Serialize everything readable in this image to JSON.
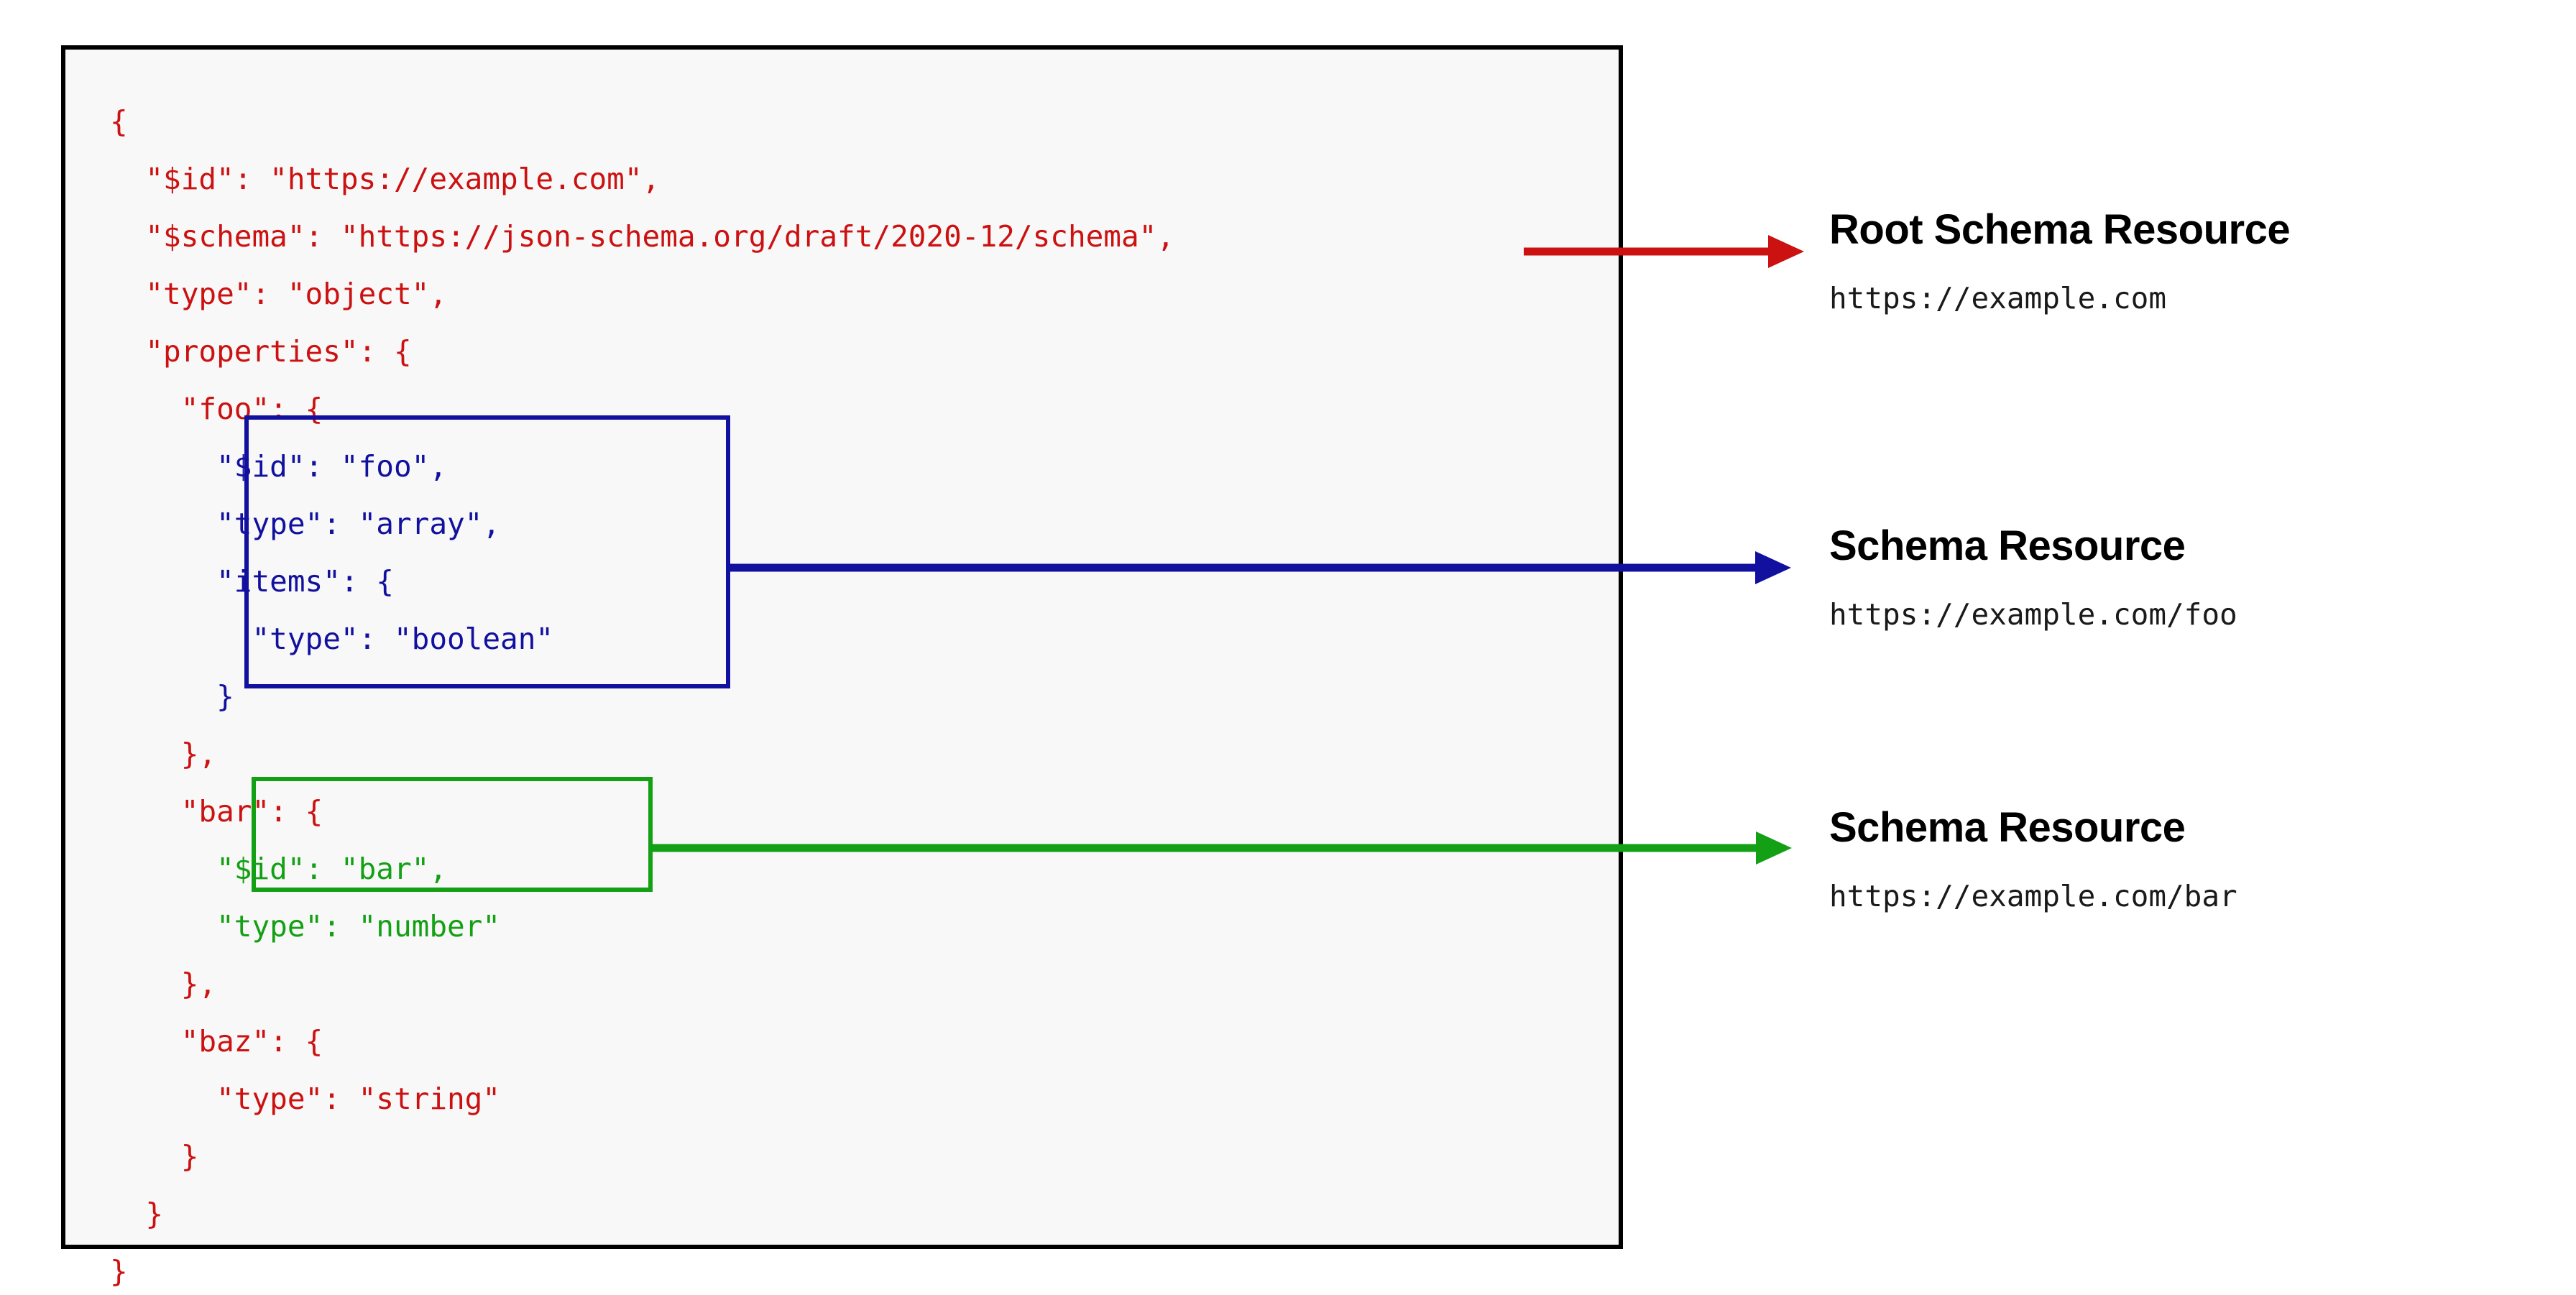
{
  "diagram": {
    "title": "JSON Schema resource identification diagram",
    "colors": {
      "root_accent": "#cc1111",
      "foo_accent": "#12119f",
      "bar_accent": "#14a014",
      "panel_background": "#f8f8f8",
      "panel_border": "#000000"
    }
  },
  "code": {
    "language": "json",
    "lines": [
      {
        "indent": 0,
        "text": "{",
        "color": "red"
      },
      {
        "indent": 1,
        "text": "\"$id\": \"https://example.com\",",
        "color": "red"
      },
      {
        "indent": 1,
        "text": "\"$schema\": \"https://json-schema.org/draft/2020-12/schema\",",
        "color": "red"
      },
      {
        "indent": 1,
        "text": "\"type\": \"object\",",
        "color": "red"
      },
      {
        "indent": 1,
        "text": "\"properties\": {",
        "color": "red"
      },
      {
        "indent": 2,
        "text": "\"foo\": {",
        "color": "red"
      },
      {
        "indent": 3,
        "text": "\"$id\": \"foo\",",
        "color": "blue"
      },
      {
        "indent": 3,
        "text": "\"type\": \"array\",",
        "color": "blue"
      },
      {
        "indent": 3,
        "text": "\"items\": {",
        "color": "blue"
      },
      {
        "indent": 4,
        "text": "\"type\": \"boolean\"",
        "color": "blue"
      },
      {
        "indent": 3,
        "text": "}",
        "color": "blue"
      },
      {
        "indent": 2,
        "text": "},",
        "color": "red"
      },
      {
        "indent": 2,
        "text": "\"bar\": {",
        "color": "red"
      },
      {
        "indent": 3,
        "text": "\"$id\": \"bar\",",
        "color": "green"
      },
      {
        "indent": 3,
        "text": "\"type\": \"number\"",
        "color": "green"
      },
      {
        "indent": 2,
        "text": "},",
        "color": "red"
      },
      {
        "indent": 2,
        "text": "\"baz\": {",
        "color": "red"
      },
      {
        "indent": 3,
        "text": "\"type\": \"string\"",
        "color": "red"
      },
      {
        "indent": 2,
        "text": "}",
        "color": "red"
      },
      {
        "indent": 1,
        "text": "}",
        "color": "red"
      },
      {
        "indent": 0,
        "text": "}",
        "color": "red"
      }
    ]
  },
  "annotations": [
    {
      "id": "root",
      "title": "Root Schema Resource",
      "url": "https://example.com",
      "color": "#cc1111",
      "source": "$schema-line"
    },
    {
      "id": "foo",
      "title": "Schema Resource",
      "url": "https://example.com/foo",
      "color": "#12119f",
      "source": "foo-subschema-box"
    },
    {
      "id": "bar",
      "title": "Schema Resource",
      "url": "https://example.com/bar",
      "color": "#14a014",
      "source": "bar-subschema-box"
    }
  ]
}
